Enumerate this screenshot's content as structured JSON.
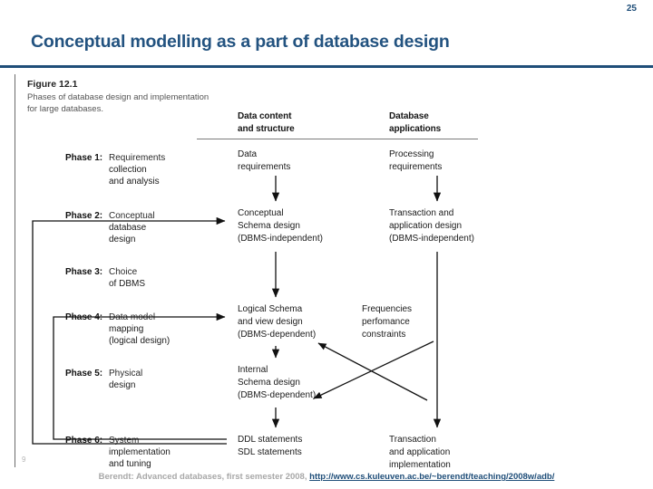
{
  "slide": {
    "number": "25",
    "title": "Conceptual modelling as a part of database design",
    "accent_color": "#1F4E79",
    "title_color": "#235380"
  },
  "figure": {
    "label": "Figure 12.1",
    "description": "Phases of database design and implementation for large databases.",
    "corner_mark": "9",
    "phases": [
      {
        "label": "Phase 1:",
        "lines": [
          "Requirements",
          "collection",
          "and analysis"
        ]
      },
      {
        "label": "Phase 2:",
        "lines": [
          "Conceptual",
          "database",
          "design"
        ]
      },
      {
        "label": "Phase 3:",
        "lines": [
          "Choice",
          "of DBMS"
        ]
      },
      {
        "label": "Phase 4:",
        "lines": [
          "Data model",
          "mapping",
          "(logical design)"
        ]
      },
      {
        "label": "Phase 5:",
        "lines": [
          "Physical",
          "design"
        ]
      },
      {
        "label": "Phase 6:",
        "lines": [
          "System",
          "implementation",
          "and tuning"
        ]
      }
    ],
    "columns": [
      {
        "id": "data-content",
        "lines": [
          "Data content",
          "and structure"
        ]
      },
      {
        "id": "database-applications",
        "lines": [
          "Database",
          "applications"
        ]
      }
    ],
    "nodes": [
      {
        "id": "data-requirements",
        "lines": [
          "Data",
          "requirements"
        ]
      },
      {
        "id": "processing-requirements",
        "lines": [
          "Processing",
          "requirements"
        ]
      },
      {
        "id": "conceptual-schema-design",
        "lines": [
          "Conceptual",
          "Schema design",
          "(DBMS-independent)"
        ]
      },
      {
        "id": "transaction-application-design",
        "lines": [
          "Transaction and",
          "application design",
          "(DBMS-independent)"
        ]
      },
      {
        "id": "logical-schema-view-design",
        "lines": [
          "Logical Schema",
          "and view design",
          "(DBMS-dependent)"
        ]
      },
      {
        "id": "frequencies-performance-constraints",
        "lines": [
          "Frequencies",
          "perfomance",
          "constraints"
        ]
      },
      {
        "id": "internal-schema-design",
        "lines": [
          "Internal",
          "Schema design",
          "(DBMS-dependent)"
        ]
      },
      {
        "id": "ddl-sdl-statements",
        "lines": [
          "DDL statements",
          "SDL statements"
        ]
      },
      {
        "id": "transaction-application-implementation",
        "lines": [
          "Transaction",
          "and application",
          "implementation"
        ]
      }
    ]
  },
  "footer": {
    "text": "Berendt: Advanced databases, first semester 2008,",
    "link": "http://www.cs.kuleuven.ac.be/~berendt/teaching/2008w/adb/"
  }
}
